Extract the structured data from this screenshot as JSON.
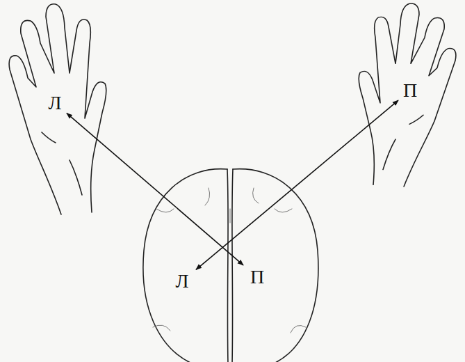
{
  "diagram": {
    "nodes": [
      {
        "text": [
          "Л"
        ]
      },
      {
        "text": [
          "П"
        ]
      },
      {
        "text": [
          "Л"
        ]
      },
      {
        "text": [
          "П"
        ]
      }
    ],
    "edges": [
      {
        "from": 0,
        "to": 3,
        "arrow": "both"
      },
      {
        "from": 1,
        "to": 2,
        "arrow": "both"
      }
    ]
  }
}
